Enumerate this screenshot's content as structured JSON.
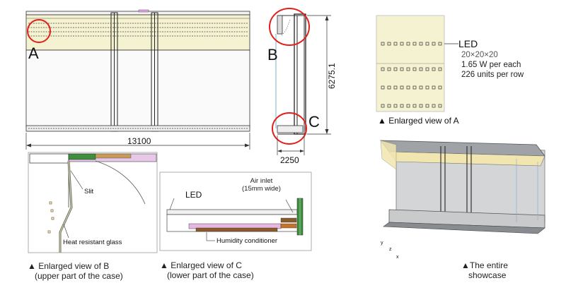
{
  "front_view": {
    "width_dimension": "13100",
    "detail_marker": "A"
  },
  "side_view": {
    "height_dimension": "6275.1",
    "depth_dimension": "2250",
    "upper_marker": "B",
    "lower_marker": "C"
  },
  "detail_a": {
    "led_label": "LED",
    "spec_size": "20×20×20",
    "spec_power": "1.65 W per each",
    "spec_units": "226 units per row",
    "caption": "▲ Enlarged view of A"
  },
  "detail_b": {
    "slit_label": "Slit",
    "glass_label": "Heat resistant glass",
    "caption_line1": "▲ Enlarged view of B",
    "caption_line2": "(upper part of the case)"
  },
  "detail_c": {
    "led_label": "LED",
    "air_inlet_line1": "Air inlet",
    "air_inlet_line2": "(15mm wide)",
    "humidity_label": "Humidity conditioner",
    "caption_line1": "▲ Enlarged view of C",
    "caption_line2": "(lower part of the case)"
  },
  "showcase": {
    "caption_line1": "▲The entire",
    "caption_line2": "showcase",
    "axis_y": "y",
    "axis_z": "z",
    "axis_x": "x"
  },
  "colors": {
    "led_panel": "#f4f2d0",
    "marker_red": "#e0201b",
    "glass_blue": "#c9dce4",
    "showcase_grey": "#d3d5d7",
    "pink_panel": "#e6b8df",
    "brown_panel": "#8a5a2a",
    "green_panel": "#3e8e3e"
  }
}
